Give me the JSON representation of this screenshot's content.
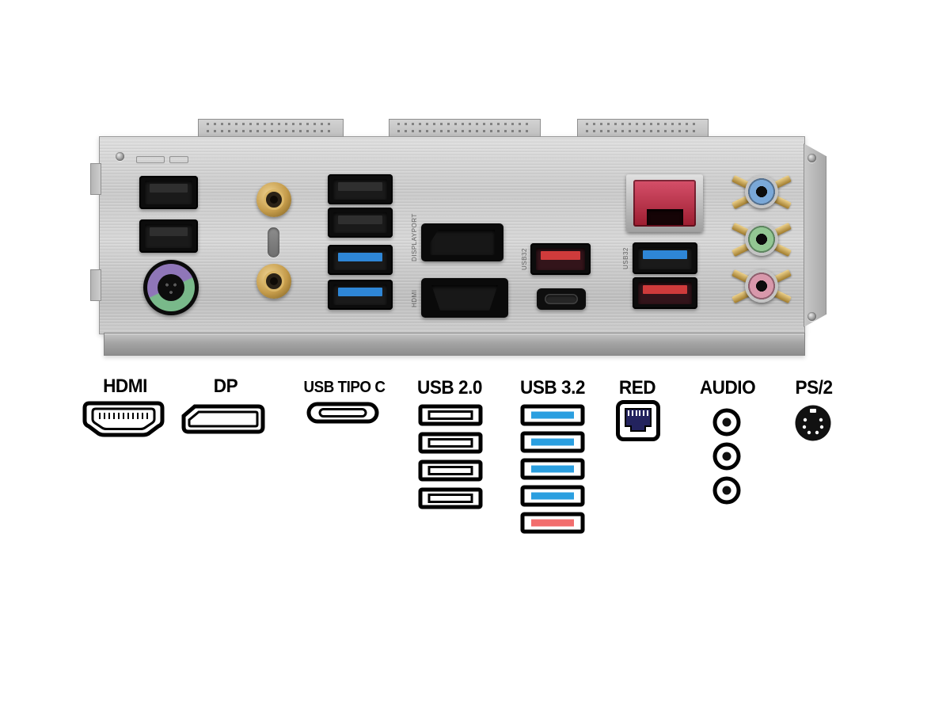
{
  "image_type": "motherboard rear I/O panel photo with port legend",
  "panel": {
    "etched_labels": [
      {
        "text": "DISPLAYPORT"
      },
      {
        "text": "HDMI"
      },
      {
        "text": "USB32"
      },
      {
        "text": "USB32"
      }
    ],
    "ports": [
      {
        "name": "usb-2.0-port-1",
        "color": "black"
      },
      {
        "name": "usb-2.0-port-2",
        "color": "black"
      },
      {
        "name": "ps2-combo-port",
        "colors": [
          "#8f76b8",
          "#79b98a"
        ]
      },
      {
        "name": "wifi-antenna-connector-1",
        "color": "#c49b4a"
      },
      {
        "name": "wifi-antenna-connector-2",
        "color": "#c49b4a"
      },
      {
        "name": "usb-2.0-port-3",
        "color": "black"
      },
      {
        "name": "usb-2.0-port-4",
        "color": "black"
      },
      {
        "name": "usb-3.2-port-1",
        "color": "#2e86d6"
      },
      {
        "name": "usb-3.2-port-2",
        "color": "#2e86d6"
      },
      {
        "name": "displayport"
      },
      {
        "name": "hdmi-port"
      },
      {
        "name": "usb-3.2-red-port-1",
        "color": "#cf3b3b"
      },
      {
        "name": "usb-type-c-port"
      },
      {
        "name": "lan-rj45-port",
        "color": "#b3253a"
      },
      {
        "name": "usb-3.2-port-3",
        "color": "#2e86d6"
      },
      {
        "name": "usb-3.2-red-port-2",
        "color": "#cf3b3b"
      },
      {
        "name": "audio-jack-line-in",
        "color": "#7aa8d8"
      },
      {
        "name": "audio-jack-line-out",
        "color": "#93c793"
      },
      {
        "name": "audio-jack-mic",
        "color": "#d898ab"
      }
    ]
  },
  "legend": {
    "items": [
      {
        "label": "HDMI",
        "icon": "hdmi-port-icon"
      },
      {
        "label": "DP",
        "icon": "displayport-icon"
      },
      {
        "label": "USB TIPO C",
        "icon": "usb-c-icon"
      },
      {
        "label": "USB 2.0",
        "icon": "usb-a-icon",
        "count": 4
      },
      {
        "label": "USB 3.2",
        "icon": "usb-a-icon",
        "count": 5
      },
      {
        "label": "RED",
        "icon": "ethernet-icon"
      },
      {
        "label": "AUDIO",
        "icon": "audio-jack-icon",
        "count": 3
      },
      {
        "label": "PS/2",
        "icon": "ps2-icon"
      }
    ],
    "usb32_bar_colors": [
      "#2b9fe0",
      "#2b9fe0",
      "#2b9fe0",
      "#2b9fe0",
      "#f26d6d"
    ]
  },
  "colors": {
    "usb3_blue": "#2e86d6",
    "usb_red": "#cf3b3b",
    "lan_red": "#b3253a",
    "audio_blue": "#7aa8d8",
    "audio_green": "#93c793",
    "audio_pink": "#d898ab",
    "ps2_purple": "#8f76b8",
    "ps2_green": "#79b98a",
    "antenna_gold": "#c49b4a",
    "legend_blue": "#2b9fe0",
    "legend_red": "#f26d6d"
  }
}
